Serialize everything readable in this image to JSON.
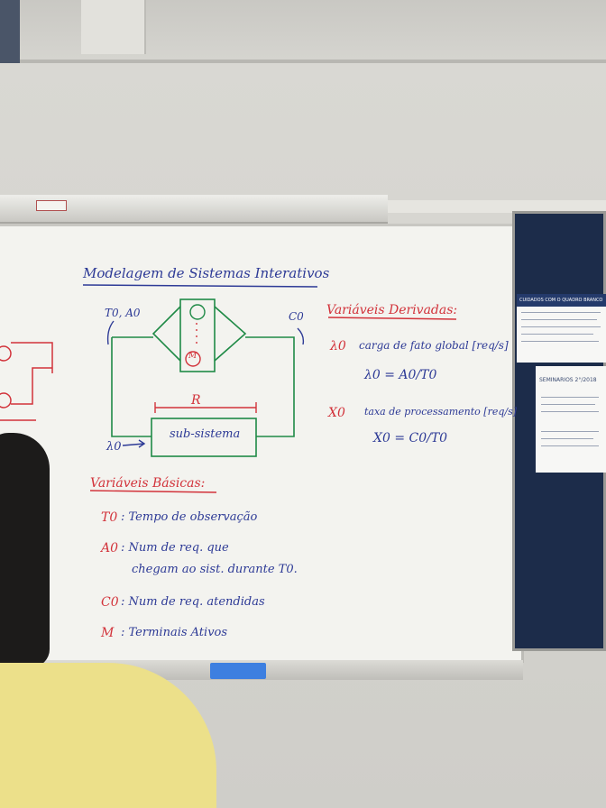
{
  "whiteboard": {
    "title": "Modelagem de Sistemas Interativos",
    "diagram": {
      "label_in": "T0, A0",
      "label_out": "C0",
      "label_r": "R",
      "label_m": "M",
      "label_subsystem": "sub-sistema",
      "label_lambda": "λ0"
    },
    "derived_heading": "Variáveis Derivadas:",
    "derived_items": [
      {
        "symbol": "λ0",
        "text": "carga de fato global [req/s]"
      },
      {
        "symbol": "",
        "text": "λ0 = A0/T0"
      },
      {
        "symbol": "X0",
        "text": "taxa de processamento [req/s]"
      },
      {
        "symbol": "",
        "text": "X0 = C0/T0"
      }
    ],
    "basic_heading": "Variáveis Básicas:",
    "basic_items": [
      {
        "symbol": "T0",
        "text": ": Tempo de observação"
      },
      {
        "symbol": "A0",
        "text": ": Num de req. que"
      },
      {
        "symbol": "",
        "text": "chegam ao sist. durante T0."
      },
      {
        "symbol": "C0",
        "text": ": Num de req. atendidas"
      },
      {
        "symbol": "M",
        "text": ": Terminais Ativos"
      }
    ]
  },
  "notice_board": {
    "header": "CUIDADOS COM O QUADRO BRANCO",
    "poster_title": "SEMINÁRIOS 2°/2018"
  },
  "colors": {
    "marker_blue": "#2d3a96",
    "marker_red": "#d2323a",
    "marker_green": "#1f8a46",
    "notice_board": "#1c2c4a",
    "eraser": "#3d7fe0",
    "shirt": "#ece08a"
  }
}
